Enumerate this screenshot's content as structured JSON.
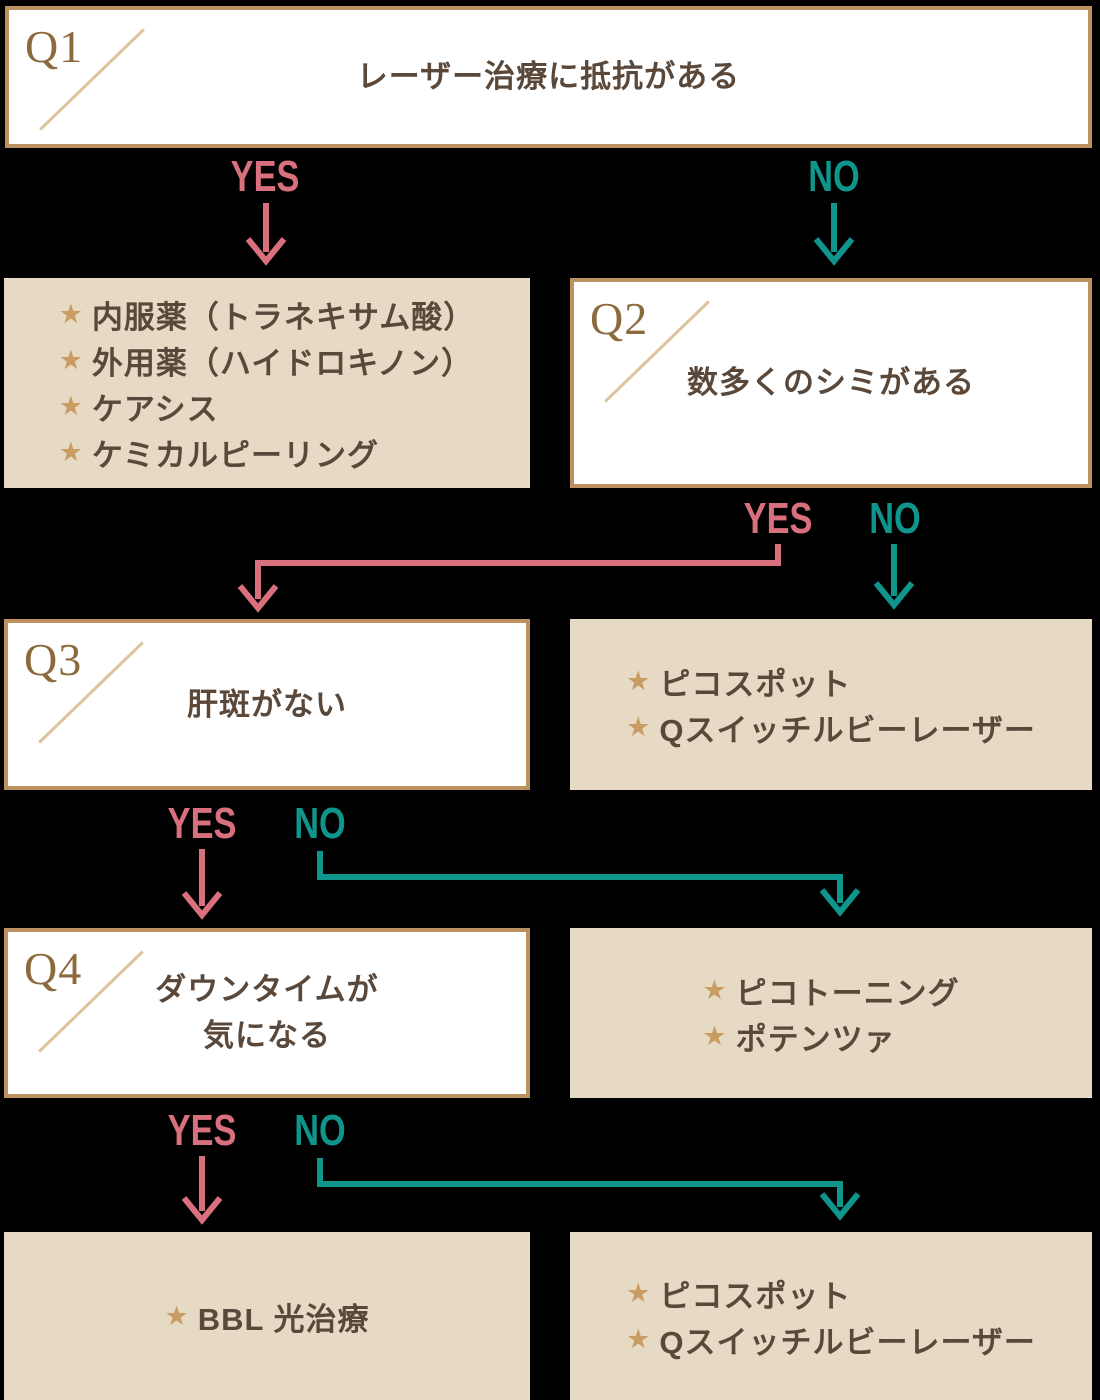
{
  "labels": {
    "yes": "YES",
    "no": "NO"
  },
  "icons": {
    "star": "★"
  },
  "questions": [
    {
      "id": "Q1",
      "line1": "レーザー治療に抵抗がある"
    },
    {
      "id": "Q2",
      "line1": "数多くのシミがある"
    },
    {
      "id": "Q3",
      "line1": "肝斑がない"
    },
    {
      "id": "Q4",
      "line1": "ダウンタイムが",
      "line2": "気になる"
    }
  ],
  "result_boxes": [
    {
      "name": "q1-yes-results",
      "items": [
        "内服薬（トラネキサム酸）",
        "外用薬（ハイドロキノン）",
        "ケアシス",
        "ケミカルピーリング"
      ]
    },
    {
      "name": "q2-no-results",
      "items": [
        "ピコスポット",
        "Qスイッチルビーレーザー"
      ]
    },
    {
      "name": "q3-no-results",
      "items": [
        "ピコトーニング",
        "ポテンツァ"
      ]
    },
    {
      "name": "q4-yes-results",
      "items": [
        "BBL 光治療"
      ]
    },
    {
      "name": "q4-no-results",
      "items": [
        "ピコスポット",
        "Qスイッチルビーレーザー"
      ]
    }
  ],
  "edges": [
    {
      "from": "Q1",
      "answer": "YES",
      "to": "q1-yes-results"
    },
    {
      "from": "Q1",
      "answer": "NO",
      "to": "Q2"
    },
    {
      "from": "Q2",
      "answer": "YES",
      "to": "Q3"
    },
    {
      "from": "Q2",
      "answer": "NO",
      "to": "q2-no-results"
    },
    {
      "from": "Q3",
      "answer": "YES",
      "to": "Q4"
    },
    {
      "from": "Q3",
      "answer": "NO",
      "to": "q3-no-results"
    },
    {
      "from": "Q4",
      "answer": "YES",
      "to": "q4-yes-results"
    },
    {
      "from": "Q4",
      "answer": "NO",
      "to": "q4-no-results"
    }
  ],
  "colors": {
    "background": "#000000",
    "box_border": "#bb9160",
    "box_white": "#ffffff",
    "box_beige": "#e6dac4",
    "question_text": "#5a483a",
    "q_label": "#8c6a3d",
    "slash": "#ddc49d",
    "star": "#c89c62",
    "yes": "#d9707d",
    "no": "#0f958c"
  }
}
